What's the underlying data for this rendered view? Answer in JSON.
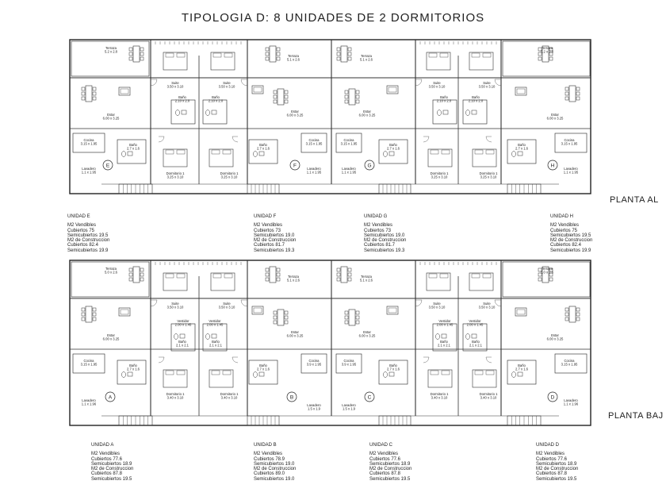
{
  "title": "TIPOLOGIA  D:  8 UNIDADES DE 2 DORMITORIOS",
  "floors": {
    "upper": "PLANTA AL",
    "ground": "PLANTA BAJ"
  },
  "units_upper": [
    {
      "name": "UNIDAD E",
      "lines": [
        "M2 Vendibles",
        "Cubiertos 75",
        "Semicubiertos 19.5",
        "M2 de Construccion",
        "Cubiertos 82.4",
        "Semicubiertos 19.9"
      ]
    },
    {
      "name": "UNIDAD F",
      "lines": [
        "M2 Vendibles",
        "Cubiertos 73",
        "Semicubiertos 19.0",
        "M2 de Construccion",
        "Cubiertos 81.7",
        "Semicubiertos 19.3"
      ]
    },
    {
      "name": "UNIDAD G",
      "lines": [
        "M2 Vendibles",
        "Cubiertos 73",
        "Semicubiertos 19.0",
        "M2 de Construccion",
        "Cubiertos 81.7",
        "Semicubiertos 19.3"
      ]
    },
    {
      "name": "UNIDAD H",
      "lines": [
        "M2 Vendibles",
        "Cubiertos 75",
        "Semicubiertos 19.5",
        "M2 de Construccion",
        "Cubiertos 82.4",
        "Semicubiertos 19.9"
      ]
    }
  ],
  "units_ground": [
    {
      "name": "UNIDAD A",
      "lines": [
        "M2 Vendibles",
        "Cubiertos 77.6",
        "Semicubiertos 18.9",
        "M2 de Construccion",
        "Cubiertos 87.8",
        "Semicubiertos 19.5"
      ]
    },
    {
      "name": "UNIDAD B",
      "lines": [
        "M2 Vendibles",
        "Cubiertos 78.9",
        "Semicubiertos 19.0",
        "M2 de Construccion",
        "Cubiertos 89.0",
        "Semicubiertos 19.0"
      ]
    },
    {
      "name": "UNIDAD C",
      "lines": [
        "M2 Vendibles",
        "Cubiertos 77.6",
        "Semicubiertos 18.9",
        "M2 de Construccion",
        "Cubiertos 87.8",
        "Semicubiertos 19.5"
      ]
    },
    {
      "name": "UNIDAD D",
      "lines": [
        "M2 Vendibles",
        "Cubiertos 77.6",
        "Semicubiertos 18.9",
        "M2 de Construccion",
        "Cubiertos 87.8",
        "Semicubiertos 19.5"
      ]
    }
  ],
  "upper_rooms": {
    "terraza_e": [
      "Terraza",
      "5.2 x 2.8"
    ],
    "terraza_f": [
      "Terraza",
      "5.1 x 2.6"
    ],
    "terraza_g": [
      "Terraza",
      "5.1 x 2.6"
    ],
    "terraza_h": [
      "Terraza",
      "5.2 x 2.8"
    ],
    "estar_e": [
      "Estar",
      "6.00 x 3.25"
    ],
    "estar_f": [
      "Estar",
      "6.00 x 3.25"
    ],
    "estar_g": [
      "Estar",
      "6.00 x 3.25"
    ],
    "estar_h": [
      "Estar",
      "6.00 x 3.25"
    ],
    "suite_1": [
      "Suite",
      "3.50 x 3.10"
    ],
    "suite_2": [
      "Suite",
      "3.50 x 3.10"
    ],
    "suite_3": [
      "Suite",
      "3.50 x 3.10"
    ],
    "suite_4": [
      "Suite",
      "3.50 x 3.10"
    ],
    "bano_s1": [
      "Baño",
      "2.10 x 2.0"
    ],
    "bano_s2": [
      "Baño",
      "2.10 x 2.0"
    ],
    "bano_s3": [
      "Baño",
      "2.10 x 2.0"
    ],
    "bano_s4": [
      "Baño",
      "2.10 x 2.0"
    ],
    "cocina_e": [
      "Cocina",
      "3.15 x 1.95"
    ],
    "cocina_f": [
      "Cocina",
      "3.15 x 1.95"
    ],
    "cocina_g": [
      "Cocina",
      "3.15 x 1.95"
    ],
    "cocina_h": [
      "Cocina",
      "3.15 x 1.95"
    ],
    "bano_e": [
      "Baño",
      "2.7 x 1.6"
    ],
    "bano_f": [
      "Baño",
      "2.7 x 1.6"
    ],
    "bano_g": [
      "Baño",
      "2.7 x 1.6"
    ],
    "bano_h": [
      "Baño",
      "2.7 x 1.6"
    ],
    "dorm_1": [
      "Dormitorio 1",
      "3.25 x 3.10"
    ],
    "dorm_2": [
      "Dormitorio 1",
      "3.25 x 3.10"
    ],
    "dorm_3": [
      "Dormitorio 1",
      "3.25 x 3.10"
    ],
    "dorm_4": [
      "Dormitorio 1",
      "3.25 x 3.10"
    ],
    "lav_e": [
      "Lavadero",
      "1.1 x 1.95"
    ],
    "lav_f": [
      "Lavadero",
      "1.1 x 1.95"
    ],
    "lav_g": [
      "Lavadero",
      "1.1 x 1.95"
    ],
    "lav_h": [
      "Lavadero",
      "1.1 x 1.95"
    ]
  },
  "ground_rooms": {
    "terraza_a": [
      "Terraza",
      "5.0 x 2.6"
    ],
    "terraza_b": [
      "Terraza",
      "5.1 x 2.6"
    ],
    "terraza_c": [
      "Terraza",
      "5.1 x 2.6"
    ],
    "terraza_d": [
      "Terraza",
      "5.0 x 2.6"
    ],
    "estar_a": [
      "Estar",
      "6.00 x 3.25"
    ],
    "estar_b": [
      "Estar",
      "6.00 x 3.25"
    ],
    "estar_c": [
      "Estar",
      "6.00 x 3.25"
    ],
    "estar_d": [
      "Estar",
      "6.00 x 3.25"
    ],
    "suite_1": [
      "Suite",
      "3.50 x 3.10"
    ],
    "suite_2": [
      "Suite",
      "3.50 x 3.10"
    ],
    "suite_3": [
      "Suite",
      "3.50 x 3.10"
    ],
    "suite_4": [
      "Suite",
      "3.50 x 3.10"
    ],
    "vest_1": [
      "Vestidor",
      "2.00 x 1.45"
    ],
    "vest_2": [
      "Vestidor",
      "2.00 x 1.45"
    ],
    "vest_3": [
      "Vestidor",
      "2.00 x 1.45"
    ],
    "vest_4": [
      "Vestidor",
      "2.00 x 1.45"
    ],
    "bano_v1": [
      "Baño",
      "2.1 x 2.1"
    ],
    "bano_v2": [
      "Baño",
      "2.1 x 2.1"
    ],
    "bano_v3": [
      "Baño",
      "2.1 x 2.1"
    ],
    "bano_v4": [
      "Baño",
      "2.1 x 2.1"
    ],
    "cocina_a": [
      "Cocina",
      "3.15 x 1.95"
    ],
    "cocina_b": [
      "Cocina",
      "3.9 x 1.95"
    ],
    "cocina_c": [
      "Cocina",
      "3.9 x 1.95"
    ],
    "cocina_d": [
      "Cocina",
      "3.15 x 1.95"
    ],
    "bano_a": [
      "Baño",
      "2.7 x 1.6"
    ],
    "bano_b": [
      "Baño",
      "2.7 x 1.6"
    ],
    "bano_c": [
      "Baño",
      "2.7 x 1.6"
    ],
    "bano_d": [
      "Baño",
      "2.7 x 1.6"
    ],
    "dorm_1": [
      "Dormitorio 1",
      "3.40 x 3.10"
    ],
    "dorm_2": [
      "Dormitorio 1",
      "3.40 x 3.10"
    ],
    "dorm_3": [
      "Dormitorio 1",
      "3.40 x 3.10"
    ],
    "dorm_4": [
      "Dormitorio 1",
      "3.40 x 3.10"
    ],
    "lav_a": [
      "Lavadero",
      "1.1 x 1.96"
    ],
    "lav_b": [
      "Lavadero",
      "1.5 x 1.9"
    ],
    "lav_c": [
      "Lavadero",
      "1.5 x 1.9"
    ],
    "lav_d": [
      "Lavadero",
      "1.1 x 1.96"
    ]
  },
  "unit_markers_upper": [
    "E",
    "F",
    "G",
    "H"
  ],
  "unit_markers_ground": [
    "A",
    "B",
    "C",
    "D"
  ]
}
